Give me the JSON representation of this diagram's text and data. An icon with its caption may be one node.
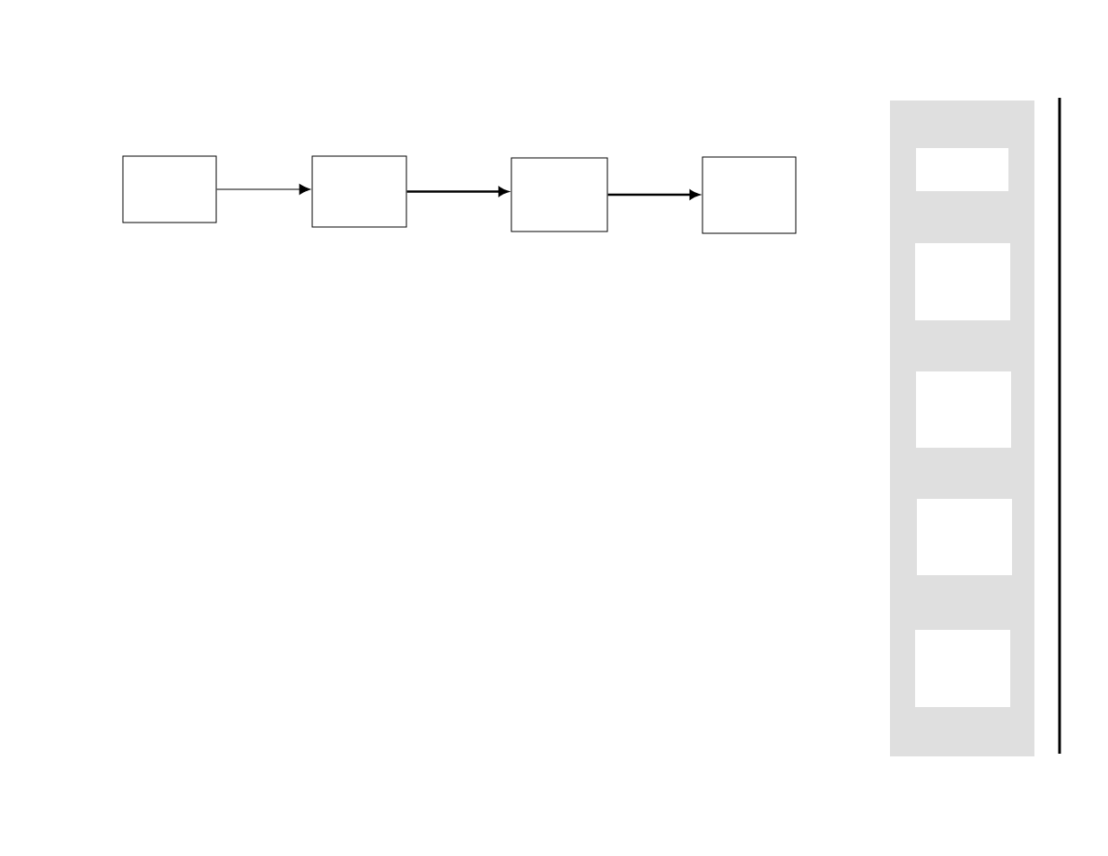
{
  "diagram": {
    "nodes": [
      {
        "text": [],
        "shape": "box"
      },
      {
        "text": [],
        "shape": "box"
      },
      {
        "text": [],
        "shape": "box"
      },
      {
        "text": [],
        "shape": "box"
      },
      {
        "text": [],
        "shape": "box"
      },
      {
        "text": [],
        "shape": "box",
        "in": 4
      },
      {
        "text": [],
        "shape": "box",
        "in": 4
      },
      {
        "text": [],
        "shape": "box",
        "in": 4
      },
      {
        "text": [],
        "shape": "box",
        "in": 4
      },
      {
        "text": [],
        "shape": "box",
        "in": 4
      }
    ],
    "edges": [
      {
        "from": 0,
        "to": 1,
        "arrow": "to"
      },
      {
        "from": 1,
        "to": 2,
        "arrow": "to"
      },
      {
        "from": 2,
        "to": 3,
        "arrow": "to"
      }
    ]
  }
}
